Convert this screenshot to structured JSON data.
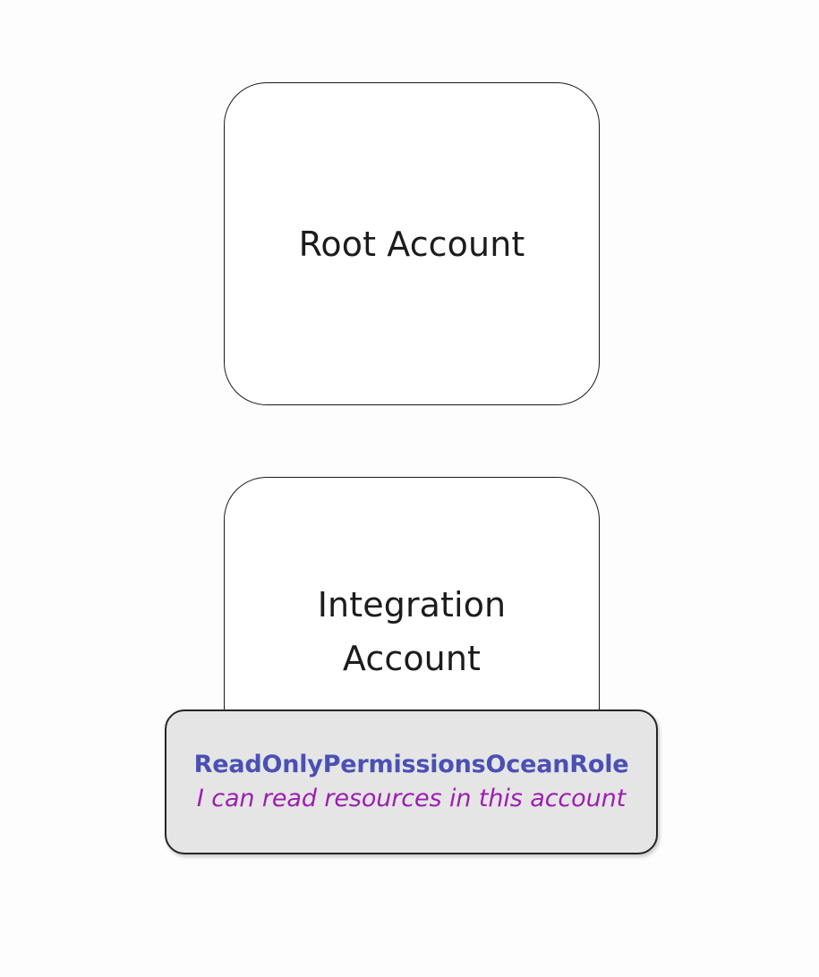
{
  "diagram": {
    "type": "account-hierarchy",
    "background_color": "#fdfdfd",
    "boxes": [
      {
        "id": "root-account",
        "label": "Root Account",
        "fill": "#ffffff",
        "border_color": "#1a1a1a"
      },
      {
        "id": "integration-account",
        "label": "Integration\nAccount",
        "fill": "#ffffff",
        "border_color": "#1a1a1a"
      }
    ],
    "badge": {
      "id": "readonly-permissions-ocean-role",
      "title": "ReadOnlyPermissionsOceanRole",
      "subtitle": "I can read resources in this account",
      "fill": "#e5e5e5",
      "border_color": "#262626",
      "title_color": "#4a50b4",
      "subtitle_color": "#9c1fb0"
    }
  }
}
